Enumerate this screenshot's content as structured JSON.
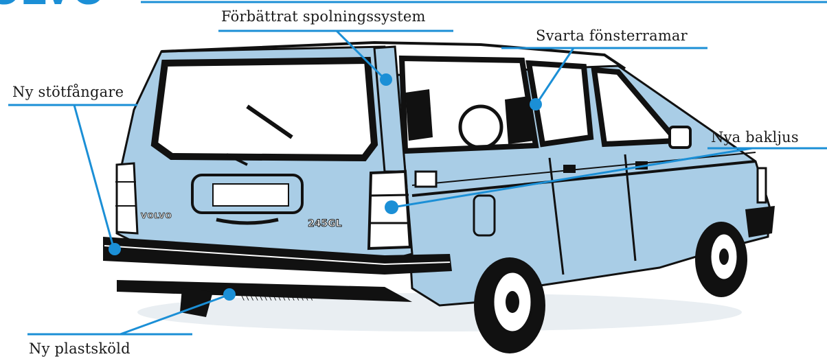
{
  "header": {
    "title_fragment": "OLVO"
  },
  "callouts": {
    "spolning": "Förbättrat spolningssystem",
    "fonster": "Svarta fönsterramar",
    "stotfangare": "Ny stötfångare",
    "bakljus": "Nya bakljus",
    "plastskold": "Ny plastsköld"
  },
  "car": {
    "badge_brand": "VOLVO",
    "badge_model": "245GL"
  },
  "colors": {
    "body": "#a9cde6",
    "body_shade": "#7fa9c8",
    "accent_line": "#1b8fd6",
    "outline": "#111111"
  }
}
